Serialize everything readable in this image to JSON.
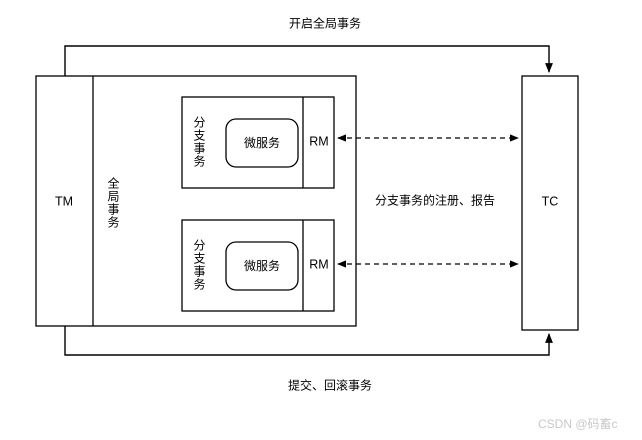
{
  "diagram": {
    "title_flow_top": "开启全局事务",
    "title_flow_bottom": "提交、回滚事务",
    "title_flow_middle": "分支事务的注册、报告",
    "tm_label": "TM",
    "tc_label": "TC",
    "global_tx_label": "全局事务",
    "branches": [
      {
        "branch_label": "分支事务",
        "service_label": "微服务",
        "rm_label": "RM"
      },
      {
        "branch_label": "分支事务",
        "service_label": "微服务",
        "rm_label": "RM"
      }
    ],
    "watermark": "CSDN @码畜c",
    "colors": {
      "stroke": "#000000",
      "fill": "#ffffff",
      "text": "#000000",
      "watermark": "#c8c8c8"
    }
  }
}
